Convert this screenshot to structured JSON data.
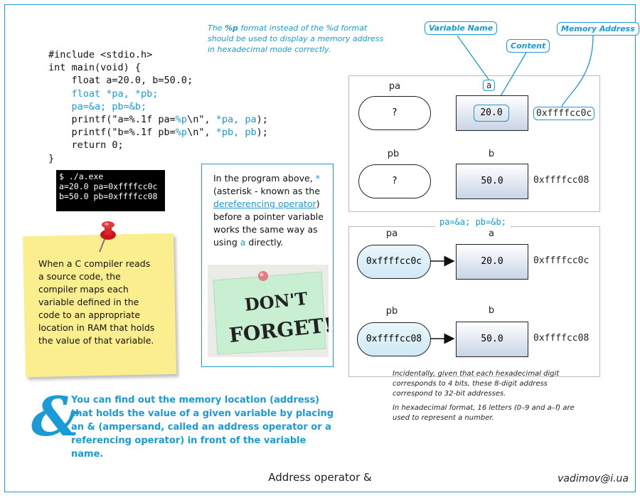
{
  "top_note": {
    "prefix": "The ",
    "format_p": "%p",
    "rest": " format instead of the %d format should be used to display a memory address in hexadecimal mode correctly."
  },
  "code": {
    "line1": "#include <stdio.h>",
    "line2": "int main(void) {",
    "line3": "    float a=20.0, b=50.0;",
    "line4": "    float *pa, *pb;",
    "line5": "    pa=&a; pb=&b;",
    "line6_a": "    printf(\"a=%.1f pa=",
    "line6_b": "%p",
    "line6_c": "\\n\", ",
    "line6_d": "*pa, pa",
    "line6_e": ");",
    "line7_a": "    printf(\"b=%.1f pb=",
    "line7_b": "%p",
    "line7_c": "\\n\", ",
    "line7_d": "*pb, pb",
    "line7_e": ");",
    "line8": "    return 0;",
    "line9": "}"
  },
  "terminal": {
    "line1": "$ ./a.exe",
    "line2": "a=20.0 pa=0xffffcc0c",
    "line3": "b=50.0 pb=0xffffcc08"
  },
  "sticky_note": {
    "text": "When a C compiler reads a source code, the compiler maps each variable defined in the code to an appropriate location in RAM that holds the value of that variable."
  },
  "mid_box": {
    "t1": "In the program above, ",
    "asterisk": "*",
    "t2": " (asterisk - known as the ",
    "link": "dereferencing operator",
    "t3": ") before a pointer variable works the same way as using ",
    "a": "a",
    "t4": " directly.",
    "image_text_1": "DON'T",
    "image_text_2": "FORGET!"
  },
  "ampersand": {
    "symbol": "&",
    "text": "You can find out the memory location (address) that holds the value of a given variable by placing an & (ampersand, called an address operator or a referencing operator) in front of the variable name."
  },
  "callouts": {
    "variable_name": "Variable Name",
    "content": "Content",
    "memory_address": "Memory Address"
  },
  "diagram1": {
    "pa_label": "pa",
    "pa_value": "?",
    "a_label": "a",
    "a_value": "20.0",
    "a_addr": "0xffffcc0c",
    "pb_label": "pb",
    "pb_value": "?",
    "b_label": "b",
    "b_value": "50.0",
    "b_addr": "0xffffcc08"
  },
  "diagram2": {
    "title": "pa=&a; pb=&b;",
    "pa_label": "pa",
    "pa_value": "0xffffcc0c",
    "a_label": "a",
    "a_value": "20.0",
    "a_addr": "0xffffcc0c",
    "pb_label": "pb",
    "pb_value": "0xffffcc08",
    "b_label": "b",
    "b_value": "50.0",
    "b_addr": "0xffffcc08"
  },
  "info": {
    "p1": "Incidentally, given that each hexadecimal digit corresponds to 4 bits, these 8-digit address correspond to 32-bit addresses.",
    "p2": "In hexadecimal format, 16 letters (0–9 and a–f) are used to represent a number."
  },
  "footer": {
    "title": "Address operator &",
    "author": "vadimov@i.ua"
  },
  "colors": {
    "accent": "#1a9ad6",
    "sticky": "#fbee8e",
    "terminal_bg": "#000000"
  }
}
